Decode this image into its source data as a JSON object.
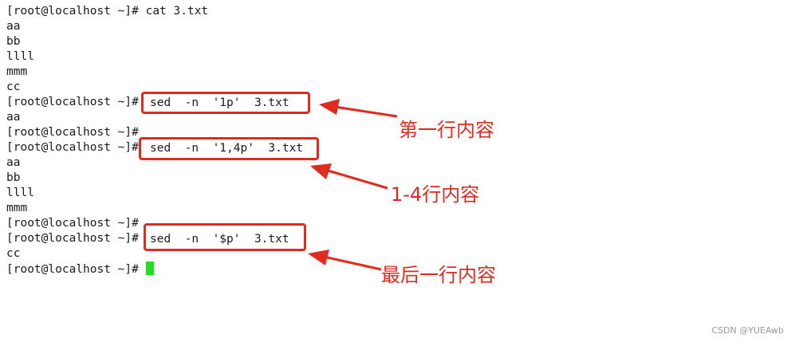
{
  "terminal": {
    "lines": [
      {
        "text": "[root@localhost ~]# cat 3.txt"
      },
      {
        "text": "aa"
      },
      {
        "text": "bb"
      },
      {
        "text": "llll"
      },
      {
        "text": "mmm"
      },
      {
        "text": "cc"
      },
      {
        "text": "[root@localhost ~]# "
      },
      {
        "text": "aa"
      },
      {
        "text": "[root@localhost ~]#"
      },
      {
        "text": "[root@localhost ~]# "
      },
      {
        "text": "aa"
      },
      {
        "text": "bb"
      },
      {
        "text": "llll"
      },
      {
        "text": "mmm"
      },
      {
        "text": "[root@localhost ~]#"
      },
      {
        "text": "[root@localhost ~]# "
      },
      {
        "text": "cc"
      },
      {
        "text": "[root@localhost ~]# "
      }
    ],
    "commands": [
      {
        "text": "sed  -n  '1p'  3.txt"
      },
      {
        "text": "sed  -n  '1,4p'  3.txt"
      },
      {
        "text": "sed  -n  '$p'  3.txt"
      }
    ]
  },
  "annotations": [
    {
      "label": "第一行内容"
    },
    {
      "label": "1-4行内容"
    },
    {
      "label": "最后一行内容"
    }
  ],
  "colors": {
    "highlight": "#e12b21",
    "cursor": "#1fe01f",
    "text": "#1a1a1a"
  },
  "watermark": "CSDN @YUEAwb"
}
